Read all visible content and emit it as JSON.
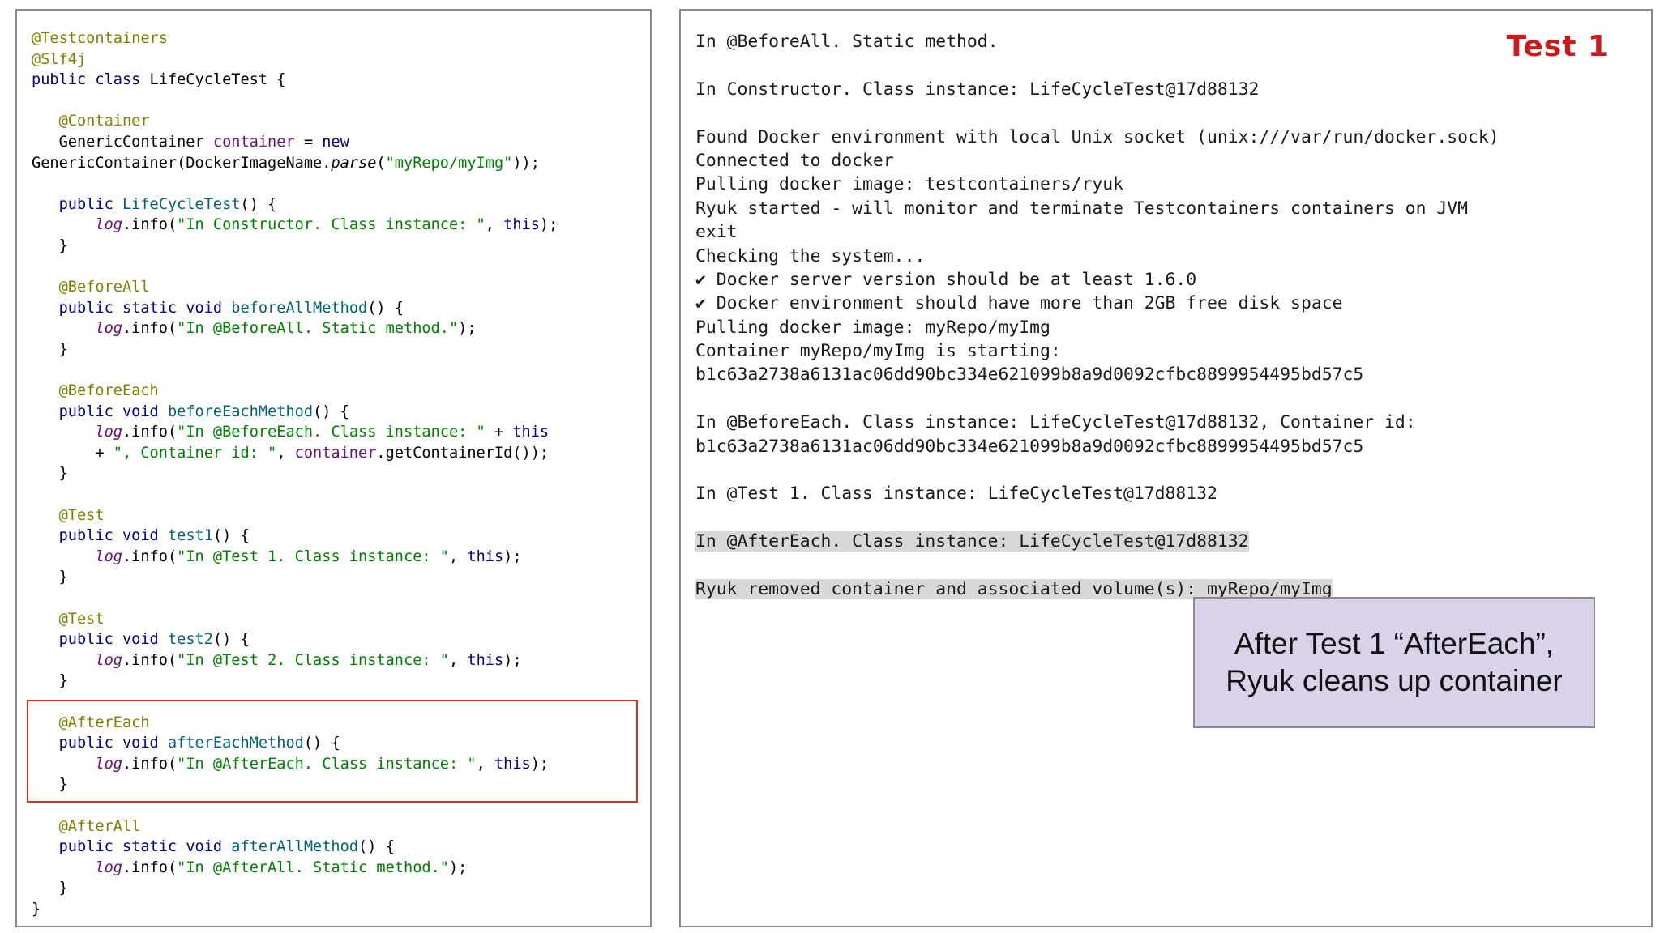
{
  "code_panel": {
    "lines": [
      [
        {
          "t": "@Testcontainers",
          "c": "ann"
        }
      ],
      [
        {
          "t": "@Slf4j",
          "c": "ann"
        }
      ],
      [
        {
          "t": "public class ",
          "c": "kw"
        },
        {
          "t": "LifeCycleTest {",
          "c": ""
        }
      ],
      [
        {
          "t": "",
          "c": ""
        }
      ],
      [
        {
          "t": "   ",
          "c": ""
        },
        {
          "t": "@Container",
          "c": "ann"
        }
      ],
      [
        {
          "t": "   GenericContainer ",
          "c": ""
        },
        {
          "t": "container",
          "c": "fld"
        },
        {
          "t": " = ",
          "c": ""
        },
        {
          "t": "new",
          "c": "kw"
        }
      ],
      [
        {
          "t": "GenericContainer(DockerImageName.",
          "c": ""
        },
        {
          "t": "parse",
          "c": "it"
        },
        {
          "t": "(",
          "c": ""
        },
        {
          "t": "\"myRepo/myImg\"",
          "c": "str"
        },
        {
          "t": "));",
          "c": ""
        }
      ],
      [
        {
          "t": "",
          "c": ""
        }
      ],
      [
        {
          "t": "   ",
          "c": ""
        },
        {
          "t": "public ",
          "c": "kw"
        },
        {
          "t": "LifeCycleTest",
          "c": "mth"
        },
        {
          "t": "() {",
          "c": ""
        }
      ],
      [
        {
          "t": "       ",
          "c": ""
        },
        {
          "t": "log",
          "c": "logv"
        },
        {
          "t": ".info(",
          "c": ""
        },
        {
          "t": "\"In Constructor. Class instance: \"",
          "c": "str"
        },
        {
          "t": ", ",
          "c": ""
        },
        {
          "t": "this",
          "c": "kw"
        },
        {
          "t": ");",
          "c": ""
        }
      ],
      [
        {
          "t": "   }",
          "c": ""
        }
      ],
      [
        {
          "t": "",
          "c": ""
        }
      ],
      [
        {
          "t": "   ",
          "c": ""
        },
        {
          "t": "@BeforeAll",
          "c": "ann"
        }
      ],
      [
        {
          "t": "   ",
          "c": ""
        },
        {
          "t": "public static void ",
          "c": "kw"
        },
        {
          "t": "beforeAllMethod",
          "c": "mth"
        },
        {
          "t": "() {",
          "c": ""
        }
      ],
      [
        {
          "t": "       ",
          "c": ""
        },
        {
          "t": "log",
          "c": "logv"
        },
        {
          "t": ".info(",
          "c": ""
        },
        {
          "t": "\"In @BeforeAll. Static method.\"",
          "c": "str"
        },
        {
          "t": ");",
          "c": ""
        }
      ],
      [
        {
          "t": "   }",
          "c": ""
        }
      ],
      [
        {
          "t": "",
          "c": ""
        }
      ],
      [
        {
          "t": "   ",
          "c": ""
        },
        {
          "t": "@BeforeEach",
          "c": "ann"
        }
      ],
      [
        {
          "t": "   ",
          "c": ""
        },
        {
          "t": "public void ",
          "c": "kw"
        },
        {
          "t": "beforeEachMethod",
          "c": "mth"
        },
        {
          "t": "() {",
          "c": ""
        }
      ],
      [
        {
          "t": "       ",
          "c": ""
        },
        {
          "t": "log",
          "c": "logv"
        },
        {
          "t": ".info(",
          "c": ""
        },
        {
          "t": "\"In @BeforeEach. Class instance: \"",
          "c": "str"
        },
        {
          "t": " + ",
          "c": ""
        },
        {
          "t": "this",
          "c": "kw"
        }
      ],
      [
        {
          "t": "       + ",
          "c": ""
        },
        {
          "t": "\", Container id: \"",
          "c": "str"
        },
        {
          "t": ", ",
          "c": ""
        },
        {
          "t": "container",
          "c": "fld"
        },
        {
          "t": ".getContainerId());",
          "c": ""
        }
      ],
      [
        {
          "t": "   }",
          "c": ""
        }
      ],
      [
        {
          "t": "",
          "c": ""
        }
      ],
      [
        {
          "t": "   ",
          "c": ""
        },
        {
          "t": "@Test",
          "c": "ann"
        }
      ],
      [
        {
          "t": "   ",
          "c": ""
        },
        {
          "t": "public void ",
          "c": "kw"
        },
        {
          "t": "test1",
          "c": "mth"
        },
        {
          "t": "() {",
          "c": ""
        }
      ],
      [
        {
          "t": "       ",
          "c": ""
        },
        {
          "t": "log",
          "c": "logv"
        },
        {
          "t": ".info(",
          "c": ""
        },
        {
          "t": "\"In @Test 1. Class instance: \"",
          "c": "str"
        },
        {
          "t": ", ",
          "c": ""
        },
        {
          "t": "this",
          "c": "kw"
        },
        {
          "t": ");",
          "c": ""
        }
      ],
      [
        {
          "t": "   }",
          "c": ""
        }
      ],
      [
        {
          "t": "",
          "c": ""
        }
      ],
      [
        {
          "t": "   ",
          "c": ""
        },
        {
          "t": "@Test",
          "c": "ann"
        }
      ],
      [
        {
          "t": "   ",
          "c": ""
        },
        {
          "t": "public void ",
          "c": "kw"
        },
        {
          "t": "test2",
          "c": "mth"
        },
        {
          "t": "() {",
          "c": ""
        }
      ],
      [
        {
          "t": "       ",
          "c": ""
        },
        {
          "t": "log",
          "c": "logv"
        },
        {
          "t": ".info(",
          "c": ""
        },
        {
          "t": "\"In @Test 2. Class instance: \"",
          "c": "str"
        },
        {
          "t": ", ",
          "c": ""
        },
        {
          "t": "this",
          "c": "kw"
        },
        {
          "t": ");",
          "c": ""
        }
      ],
      [
        {
          "t": "   }",
          "c": ""
        }
      ],
      [
        {
          "t": "",
          "c": ""
        }
      ],
      [
        {
          "t": "   ",
          "c": ""
        },
        {
          "t": "@AfterEach",
          "c": "ann"
        }
      ],
      [
        {
          "t": "   ",
          "c": ""
        },
        {
          "t": "public void ",
          "c": "kw"
        },
        {
          "t": "afterEachMethod",
          "c": "mth"
        },
        {
          "t": "() {",
          "c": ""
        }
      ],
      [
        {
          "t": "       ",
          "c": ""
        },
        {
          "t": "log",
          "c": "logv"
        },
        {
          "t": ".info(",
          "c": ""
        },
        {
          "t": "\"In @AfterEach. Class instance: \"",
          "c": "str"
        },
        {
          "t": ", ",
          "c": ""
        },
        {
          "t": "this",
          "c": "kw"
        },
        {
          "t": ");",
          "c": ""
        }
      ],
      [
        {
          "t": "   }",
          "c": ""
        }
      ],
      [
        {
          "t": "",
          "c": ""
        }
      ],
      [
        {
          "t": "   ",
          "c": ""
        },
        {
          "t": "@AfterAll",
          "c": "ann"
        }
      ],
      [
        {
          "t": "   ",
          "c": ""
        },
        {
          "t": "public static void ",
          "c": "kw"
        },
        {
          "t": "afterAllMethod",
          "c": "mth"
        },
        {
          "t": "() {",
          "c": ""
        }
      ],
      [
        {
          "t": "       ",
          "c": ""
        },
        {
          "t": "log",
          "c": "logv"
        },
        {
          "t": ".info(",
          "c": ""
        },
        {
          "t": "\"In @AfterAll. Static method.\"",
          "c": "str"
        },
        {
          "t": ");",
          "c": ""
        }
      ],
      [
        {
          "t": "   }",
          "c": ""
        }
      ],
      [
        {
          "t": "}",
          "c": ""
        }
      ]
    ]
  },
  "console_panel": {
    "test_label": "Test 1",
    "lines": [
      {
        "text": "In @BeforeAll. Static method.",
        "hl": false
      },
      {
        "text": "",
        "hl": false
      },
      {
        "text": "In Constructor. Class instance: LifeCycleTest@17d88132",
        "hl": false
      },
      {
        "text": "",
        "hl": false
      },
      {
        "text": "Found Docker environment with local Unix socket (unix:///var/run/docker.sock)",
        "hl": false
      },
      {
        "text": "Connected to docker",
        "hl": false
      },
      {
        "text": "Pulling docker image: testcontainers/ryuk",
        "hl": false
      },
      {
        "text": "Ryuk started - will monitor and terminate Testcontainers containers on JVM",
        "hl": false
      },
      {
        "text": "exit",
        "hl": false
      },
      {
        "text": "Checking the system...",
        "hl": false
      },
      {
        "text": "✔ Docker server version should be at least 1.6.0",
        "hl": false
      },
      {
        "text": "✔ Docker environment should have more than 2GB free disk space",
        "hl": false
      },
      {
        "text": "Pulling docker image: myRepo/myImg",
        "hl": false
      },
      {
        "text": "Container myRepo/myImg is starting:",
        "hl": false
      },
      {
        "text": "b1c63a2738a6131ac06dd90bc334e621099b8a9d0092cfbc8899954495bd57c5",
        "hl": false
      },
      {
        "text": "",
        "hl": false
      },
      {
        "text": "In @BeforeEach. Class instance: LifeCycleTest@17d88132, Container id:",
        "hl": false
      },
      {
        "text": "b1c63a2738a6131ac06dd90bc334e621099b8a9d0092cfbc8899954495bd57c5",
        "hl": false
      },
      {
        "text": "",
        "hl": false
      },
      {
        "text": "In @Test 1. Class instance: LifeCycleTest@17d88132",
        "hl": false
      },
      {
        "text": "",
        "hl": false
      },
      {
        "text": "In @AfterEach. Class instance: LifeCycleTest@17d88132",
        "hl": true
      },
      {
        "text": "",
        "hl": false
      },
      {
        "text": "Ryuk removed container and associated volume(s): myRepo/myImg",
        "hl": true
      }
    ],
    "callout": {
      "line1": "After Test 1 “AfterEach”,",
      "line2": "Ryuk cleans up container"
    }
  },
  "colors": {
    "annotation": "#808000",
    "keyword": "#000080",
    "field": "#660e7a",
    "string": "#008000",
    "method": "#00627a",
    "highlight_box": "#d93025",
    "console_highlight": "#d8d8d8",
    "callout_bg": "#d9d2e9",
    "test_label": "#cc1a1a"
  }
}
